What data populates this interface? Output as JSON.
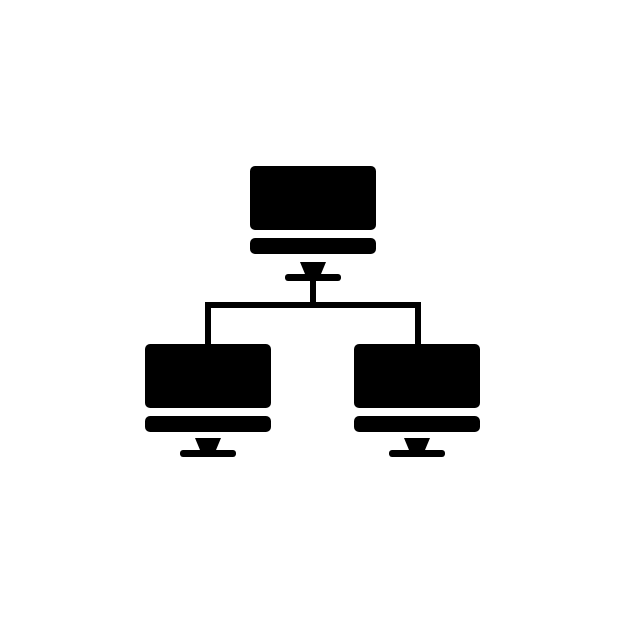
{
  "icon": {
    "name": "network-computers-icon",
    "color": "#000000",
    "background": "#ffffff",
    "computers": [
      {
        "role": "server",
        "icon": "monitor-icon"
      },
      {
        "role": "client-left",
        "icon": "monitor-icon"
      },
      {
        "role": "client-right",
        "icon": "monitor-icon"
      }
    ],
    "connector": "tree-connector-icon"
  }
}
